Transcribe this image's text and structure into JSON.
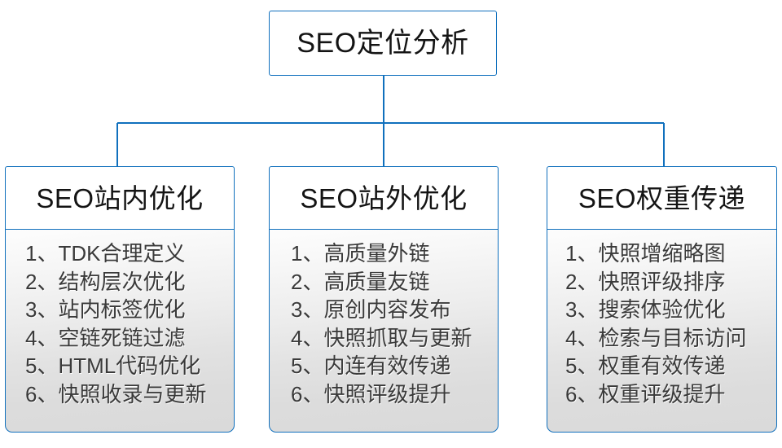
{
  "diagram": {
    "type": "org-tree",
    "colors": {
      "border": "#1070bd",
      "connector": "#1070bd",
      "header_text": "#141414",
      "item_text": "#3a3a3a",
      "header_bg": "#ffffff",
      "body_gradient_top": "#fdfdfd",
      "body_gradient_bottom": "#dadada",
      "canvas": "#ffffff"
    },
    "root": {
      "label": "SEO定位分析"
    },
    "branches": [
      {
        "header": "SEO站内优化",
        "items": [
          "1、TDK合理定义",
          "2、结构层次优化",
          "3、站内标签优化",
          "4、空链死链过滤",
          "5、HTML代码优化",
          "6、快照收录与更新"
        ]
      },
      {
        "header": "SEO站外优化",
        "items": [
          "1、高质量外链",
          "2、高质量友链",
          "3、原创内容发布",
          "4、快照抓取与更新",
          "5、内连有效传递",
          "6、快照评级提升"
        ]
      },
      {
        "header": "SEO权重传递",
        "items": [
          "1、快照增缩略图",
          "2、快照评级排序",
          "3、搜索体验优化",
          "4、检索与目标访问",
          "5、权重有效传递",
          "6、权重评级提升"
        ]
      }
    ]
  }
}
